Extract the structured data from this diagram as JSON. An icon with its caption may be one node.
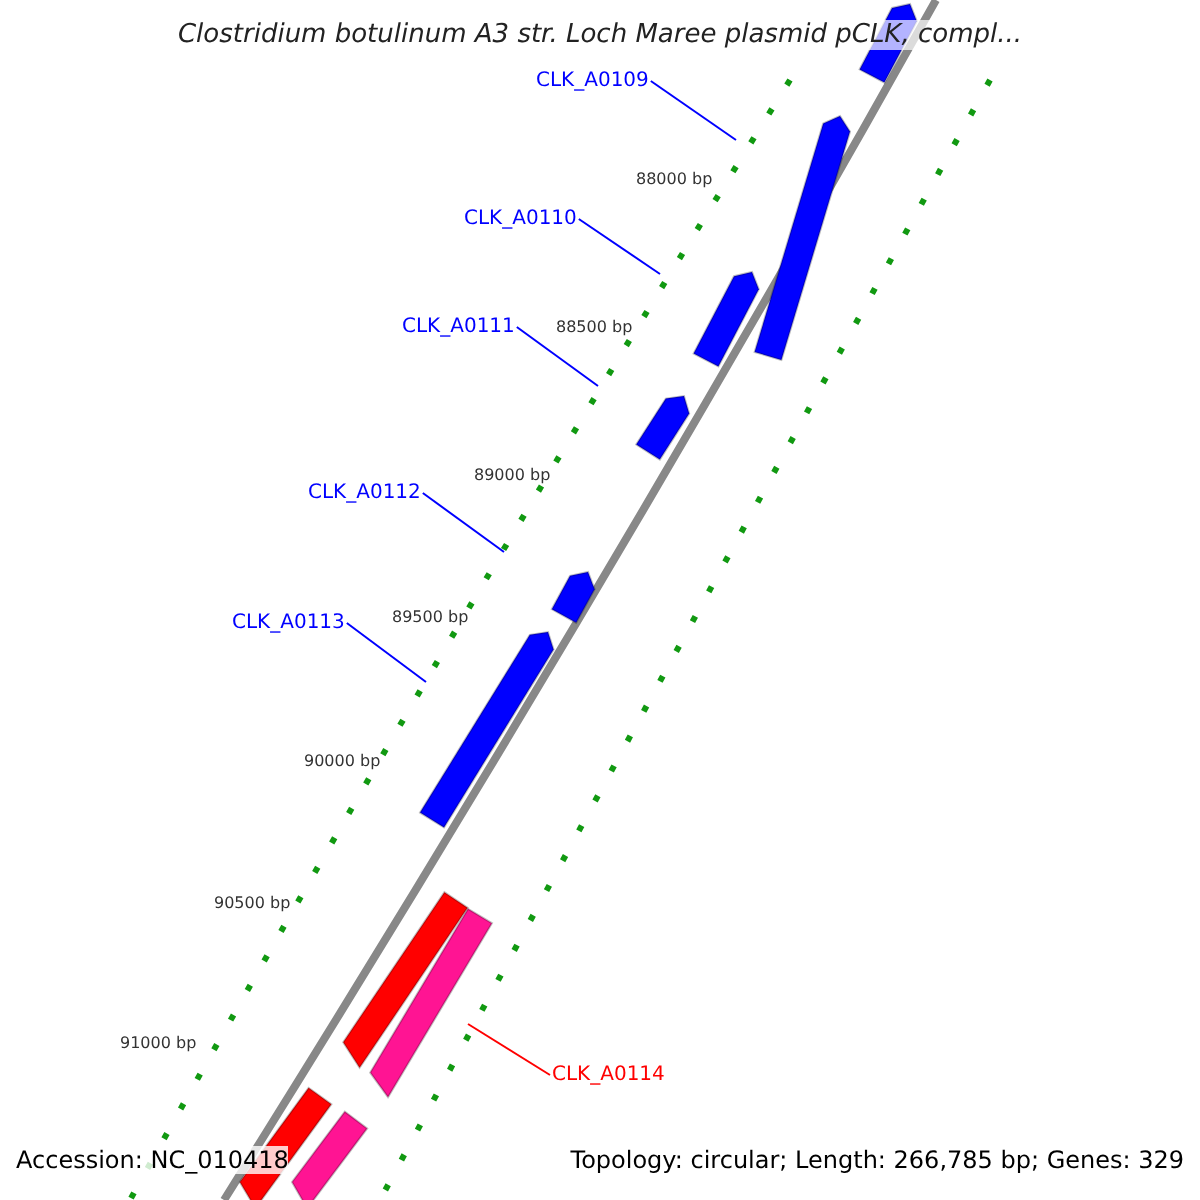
{
  "diagram": {
    "title": "Clostridium botulinum A3 str. Loch Maree plasmid pCLK, compl...",
    "nodes": [
      {
        "text": [
          "CLK_A0109"
        ]
      },
      {
        "text": [
          "CLK_A0110"
        ]
      },
      {
        "text": [
          "CLK_A0111"
        ]
      },
      {
        "text": [
          "CLK_A0112"
        ]
      },
      {
        "text": [
          "CLK_A0113"
        ]
      },
      {
        "text": [
          "CLK_A0114"
        ]
      }
    ],
    "edges": [
      {
        "from": 0,
        "to": null,
        "arrow": "none"
      },
      {
        "from": 1,
        "to": null,
        "arrow": "none"
      },
      {
        "from": 2,
        "to": null,
        "arrow": "none"
      },
      {
        "from": 3,
        "to": null,
        "arrow": "none"
      },
      {
        "from": 4,
        "to": null,
        "arrow": "none"
      },
      {
        "from": 5,
        "to": null,
        "arrow": "none",
        "color": "#ff0000"
      }
    ],
    "labels": [
      "88000 bp",
      "88500 bp",
      "89000 bp",
      "89500 bp",
      "90000 bp",
      "90500 bp",
      "91000 bp",
      "Accession: NC_010418",
      "Topology: circular; Length: 266,785 bp; Genes: 329"
    ]
  }
}
